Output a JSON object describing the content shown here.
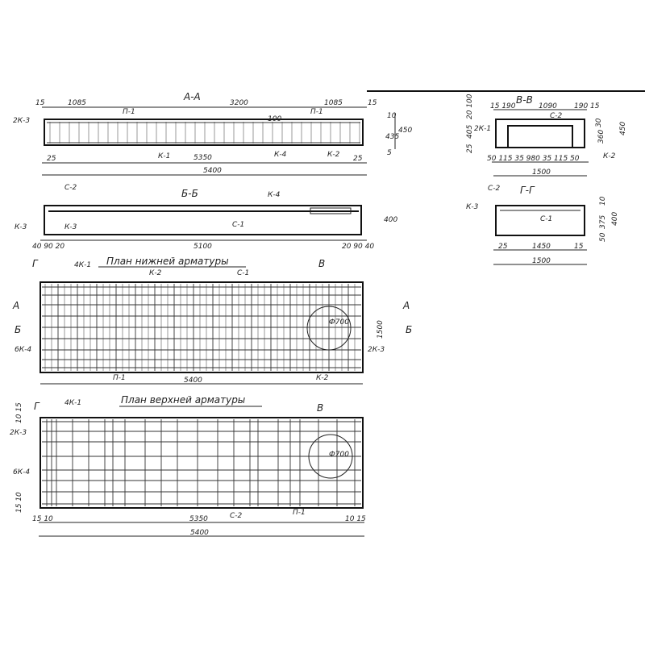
{
  "sections": {
    "aa": {
      "title": "А-А",
      "dims_top": [
        "15",
        "1085",
        "3200",
        "1085",
        "15"
      ],
      "dim_100": "100",
      "dims_bottom": [
        "25",
        "5350",
        "25"
      ],
      "total": "5400",
      "dims_right": [
        "10",
        "435",
        "5",
        "450"
      ],
      "labels": [
        "2К-3",
        "К-1",
        "К-4",
        "К-2",
        "П-1",
        "П-1"
      ]
    },
    "bb": {
      "title": "Б-Б",
      "labels": [
        "С-2",
        "К-4",
        "С-1",
        "К-3",
        "К-3"
      ],
      "height": "400",
      "dims_left": "40 90 20",
      "length": "5100",
      "dims_right": "20 90 40"
    },
    "vv": {
      "title": "В-В",
      "dims_top": [
        "15 190",
        "1090",
        "190 15"
      ],
      "dims_left": [
        "20 100",
        "405",
        "25"
      ],
      "labels": [
        "2К-1",
        "С-2",
        "К-2"
      ],
      "dims_right": [
        "30",
        "360",
        "450"
      ],
      "dims_bottom": "50 115 35   980   35 115 50",
      "total": "1500"
    },
    "gg": {
      "title": "Г-Г",
      "labels": [
        "С-2",
        "К-3",
        "С-1"
      ],
      "dims_right": [
        "10",
        "375",
        "400",
        "50"
      ],
      "dims_bottom": [
        "25",
        "1450",
        "15"
      ],
      "total": "1500"
    }
  },
  "plans": {
    "lower": {
      "title": "План нижней арматуры",
      "marks": [
        "Г",
        "В",
        "А",
        "Б"
      ],
      "labels": [
        "4К-1",
        "К-2",
        "С-1",
        "6К-4",
        "2К-3",
        "П-1",
        "К-2"
      ],
      "hole": "Ф700",
      "width": "1500",
      "length": "5400"
    },
    "upper": {
      "title": "План верхней арматуры",
      "marks": [
        "Г",
        "В"
      ],
      "labels": [
        "4К-1",
        "2К-3",
        "6К-4",
        "С-2",
        "П-1"
      ],
      "hole": "Ф700",
      "dims_left": [
        "10 15",
        "15 10"
      ],
      "dims_bottom": [
        "15 10",
        "5350",
        "10 15"
      ],
      "length": "5400"
    }
  }
}
